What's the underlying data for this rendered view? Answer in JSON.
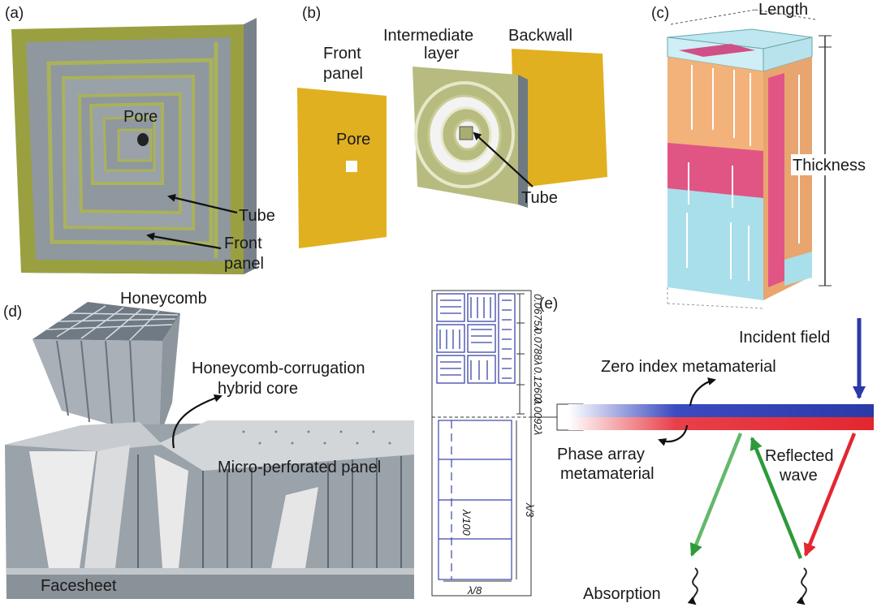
{
  "panel_a": {
    "letter": "(a)",
    "labels": {
      "pore": "Pore",
      "tube": "Tube",
      "front_panel_1": "Front",
      "front_panel_2": "panel"
    }
  },
  "panel_b": {
    "letter": "(b)",
    "labels": {
      "front_panel_1": "Front",
      "front_panel_2": "panel",
      "intermediate_1": "Intermediate",
      "intermediate_2": "layer",
      "backwall": "Backwall",
      "pore": "Pore",
      "tube": "Tube"
    }
  },
  "panel_c": {
    "letter": "(c)",
    "labels": {
      "length": "Length",
      "thickness": "Thickness"
    }
  },
  "panel_d": {
    "letter": "(d)",
    "labels": {
      "honeycomb": "Honeycomb",
      "hybrid_1": "Honeycomb-corrugation",
      "hybrid_2": "hybrid core",
      "micro_perforated": "Micro-perforated panel",
      "facesheet": "Facesheet"
    }
  },
  "panel_e": {
    "letter": "(e)",
    "labels": {
      "incident": "Incident field",
      "zero_index": "Zero index metamaterial",
      "phase_array_1": "Phase array",
      "phase_array_2": "metamaterial",
      "reflected_1": "Reflected",
      "reflected_2": "wave",
      "absorption": "Absorption"
    },
    "dimensions": {
      "d1": "0.0675λ",
      "d2": "0.0788λ",
      "d3": "0.1260λ",
      "d4": "0.0092λ",
      "d5": "λ/3",
      "d6": "λ/100",
      "d7": "λ/8"
    }
  },
  "colors": {
    "olive": "#9aa040",
    "gray_panel": "#8f979f",
    "gold": "#e0b020",
    "orange": "#f2b27a",
    "pink": "#e15585",
    "cyan": "#a9dfea",
    "blue": "#2b3aa8",
    "red": "#e32630",
    "green": "#2e9a3a"
  }
}
